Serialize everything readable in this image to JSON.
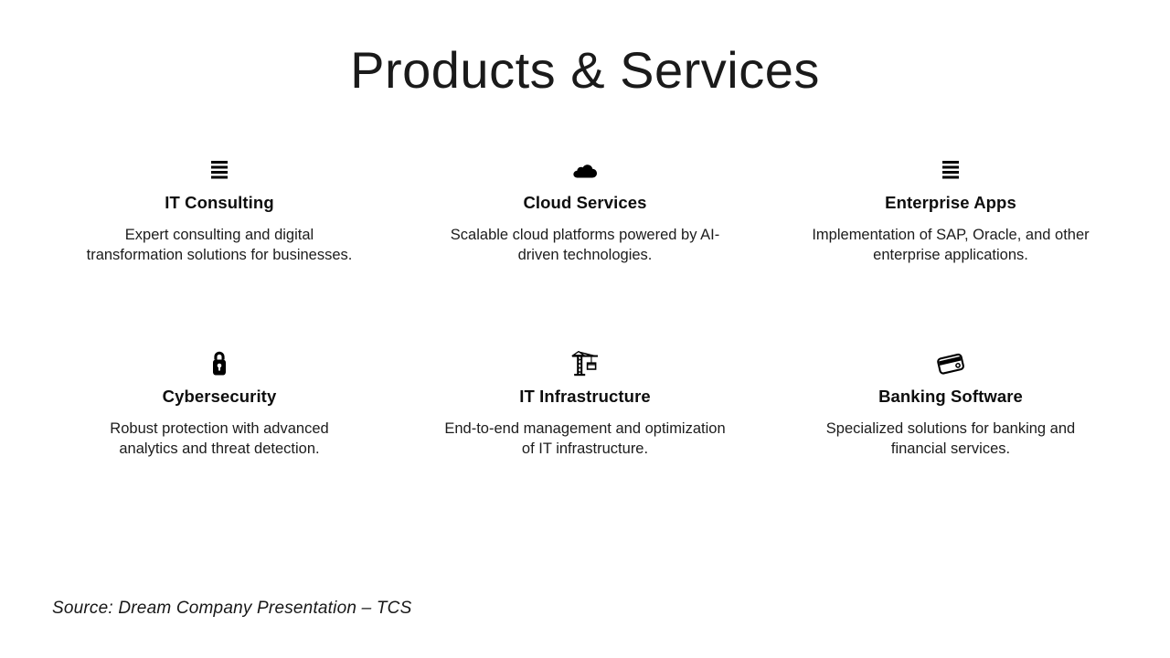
{
  "slide": {
    "title": "Products & Services",
    "background_color": "#ffffff",
    "text_color": "#111111"
  },
  "cards": [
    {
      "icon": "stack-lines-icon",
      "title": "IT Consulting",
      "description": "Expert consulting and digital transformation solutions for businesses."
    },
    {
      "icon": "cloud-icon",
      "title": "Cloud Services",
      "description": "Scalable cloud platforms powered by AI-driven technologies."
    },
    {
      "icon": "stack-lines-icon",
      "title": "Enterprise Apps",
      "description": "Implementation of SAP, Oracle, and other enterprise applications."
    },
    {
      "icon": "padlock-icon",
      "title": "Cybersecurity",
      "description": "Robust protection with advanced analytics and threat detection."
    },
    {
      "icon": "construction-crane-icon",
      "title": "IT Infrastructure",
      "description": "End-to-end management and optimization of IT infrastructure."
    },
    {
      "icon": "credit-card-icon",
      "title": "Banking Software",
      "description": "Specialized solutions for banking and financial services."
    }
  ],
  "footer": {
    "source": "Source: Dream Company Presentation – TCS"
  }
}
